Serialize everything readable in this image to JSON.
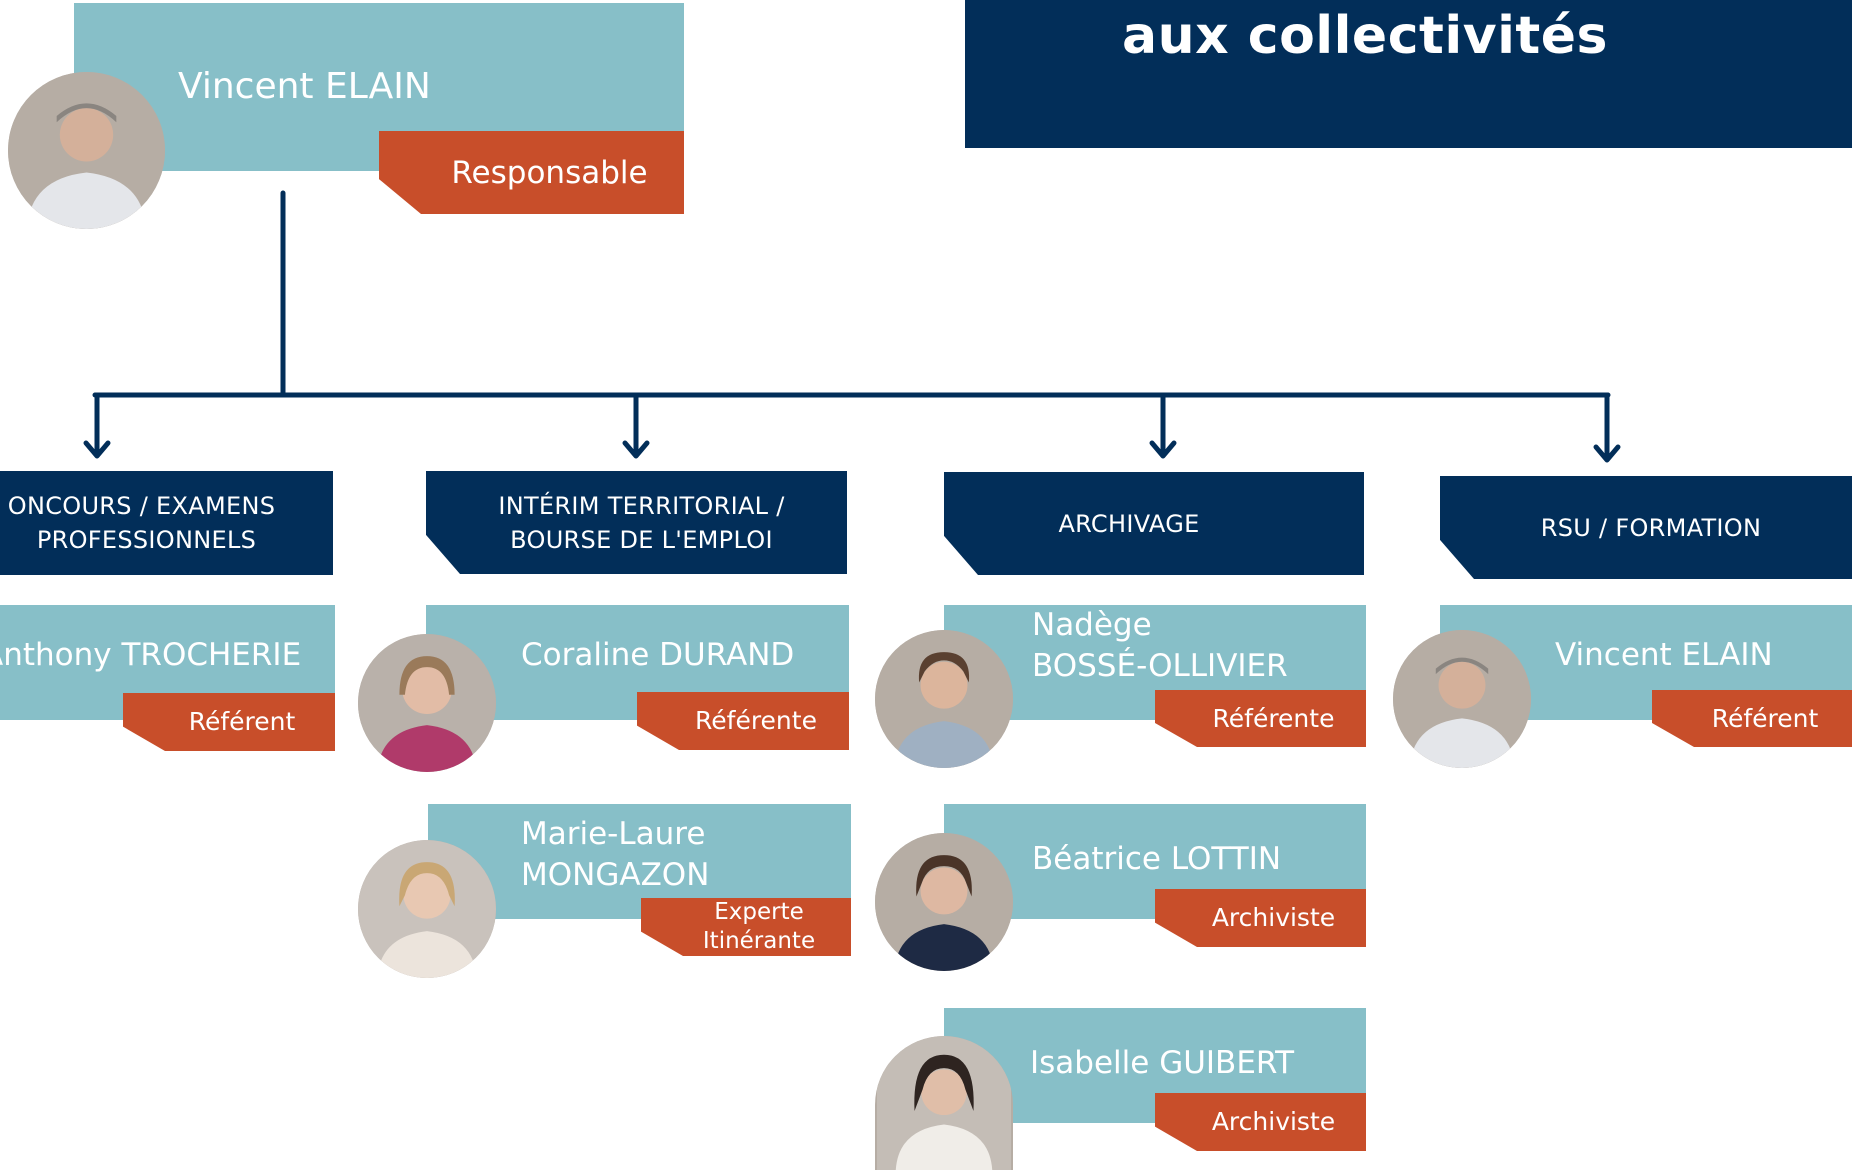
{
  "banner": {
    "title": "aux collectivités"
  },
  "colors": {
    "navy": "#022e59",
    "teal": "#87bfc8",
    "orange": "#c84e2a"
  },
  "manager": {
    "name": "Vincent ELAIN",
    "role": "Responsable"
  },
  "departments": [
    {
      "title_lines": [
        "ONCOURS / EXAMENS",
        "PROFESSIONNELS"
      ],
      "members": [
        {
          "name_lines": [
            "Anthony TROCHERIE"
          ],
          "role_lines": [
            "Référent"
          ]
        }
      ]
    },
    {
      "title_lines": [
        "INTÉRIM TERRITORIAL /",
        "BOURSE DE L'EMPLOI"
      ],
      "members": [
        {
          "name_lines": [
            "Coraline DURAND"
          ],
          "role_lines": [
            "Référente"
          ]
        },
        {
          "name_lines": [
            "Marie-Laure",
            "MONGAZON"
          ],
          "role_lines": [
            "Experte",
            "Itinérante"
          ]
        }
      ]
    },
    {
      "title_lines": [
        "ARCHIVAGE"
      ],
      "members": [
        {
          "name_lines": [
            "Nadège",
            "BOSSÉ-OLLIVIER"
          ],
          "role_lines": [
            "Référente"
          ]
        },
        {
          "name_lines": [
            "Béatrice LOTTIN"
          ],
          "role_lines": [
            "Archiviste"
          ]
        },
        {
          "name_lines": [
            "Isabelle GUIBERT"
          ],
          "role_lines": [
            "Archiviste"
          ]
        }
      ]
    },
    {
      "title_lines": [
        "RSU / FORMATION"
      ],
      "members": [
        {
          "name_lines": [
            "Vincent ELAIN"
          ],
          "role_lines": [
            "Référent"
          ]
        }
      ]
    }
  ]
}
